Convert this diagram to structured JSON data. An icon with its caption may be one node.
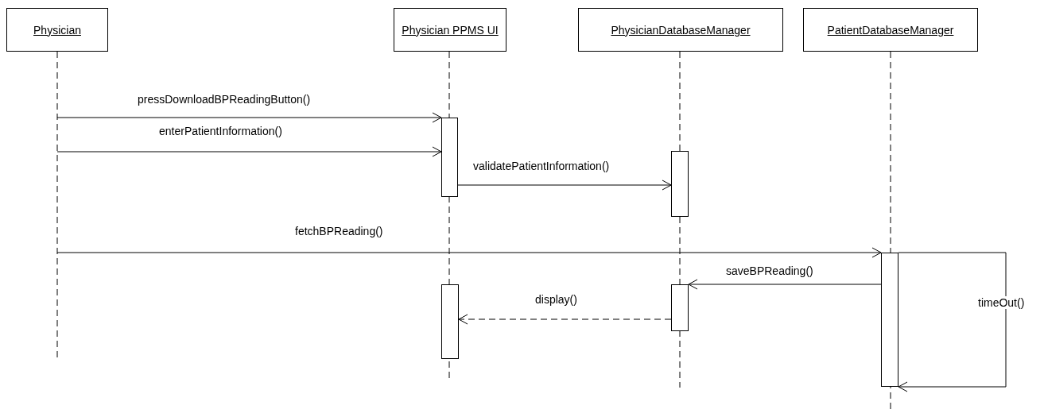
{
  "diagram": {
    "nodes": [
      {
        "text": [
          "Physician"
        ]
      },
      {
        "text": [
          "Physician PPMS UI"
        ]
      },
      {
        "text": [
          "PhysicianDatabaseManager"
        ]
      },
      {
        "text": [
          "PatientDatabaseManager"
        ]
      },
      {
        "text": [],
        "shape": "bar"
      },
      {
        "text": [],
        "shape": "bar"
      },
      {
        "text": [],
        "shape": "bar"
      },
      {
        "text": [],
        "shape": "bar"
      },
      {
        "text": [],
        "shape": "bar"
      }
    ],
    "edges": [
      {
        "from": 0,
        "to": 4,
        "arrow": "to",
        "label": "pressDownloadBPReadingButton()"
      },
      {
        "from": 0,
        "to": 4,
        "arrow": "to",
        "label": "enterPatientInformation()"
      },
      {
        "from": 4,
        "to": 5,
        "arrow": "to",
        "label": "validatePatientInformation()"
      },
      {
        "from": 0,
        "to": 6,
        "arrow": "to",
        "label": "fetchBPReading()"
      },
      {
        "from": 6,
        "to": 8,
        "arrow": "to",
        "label": "saveBPReading()"
      },
      {
        "from": 8,
        "to": 7,
        "arrow": "to",
        "label": "display()",
        "style": "dashed"
      },
      {
        "from": 6,
        "to": 6,
        "arrow": "to",
        "label": "timeOut()"
      }
    ]
  }
}
